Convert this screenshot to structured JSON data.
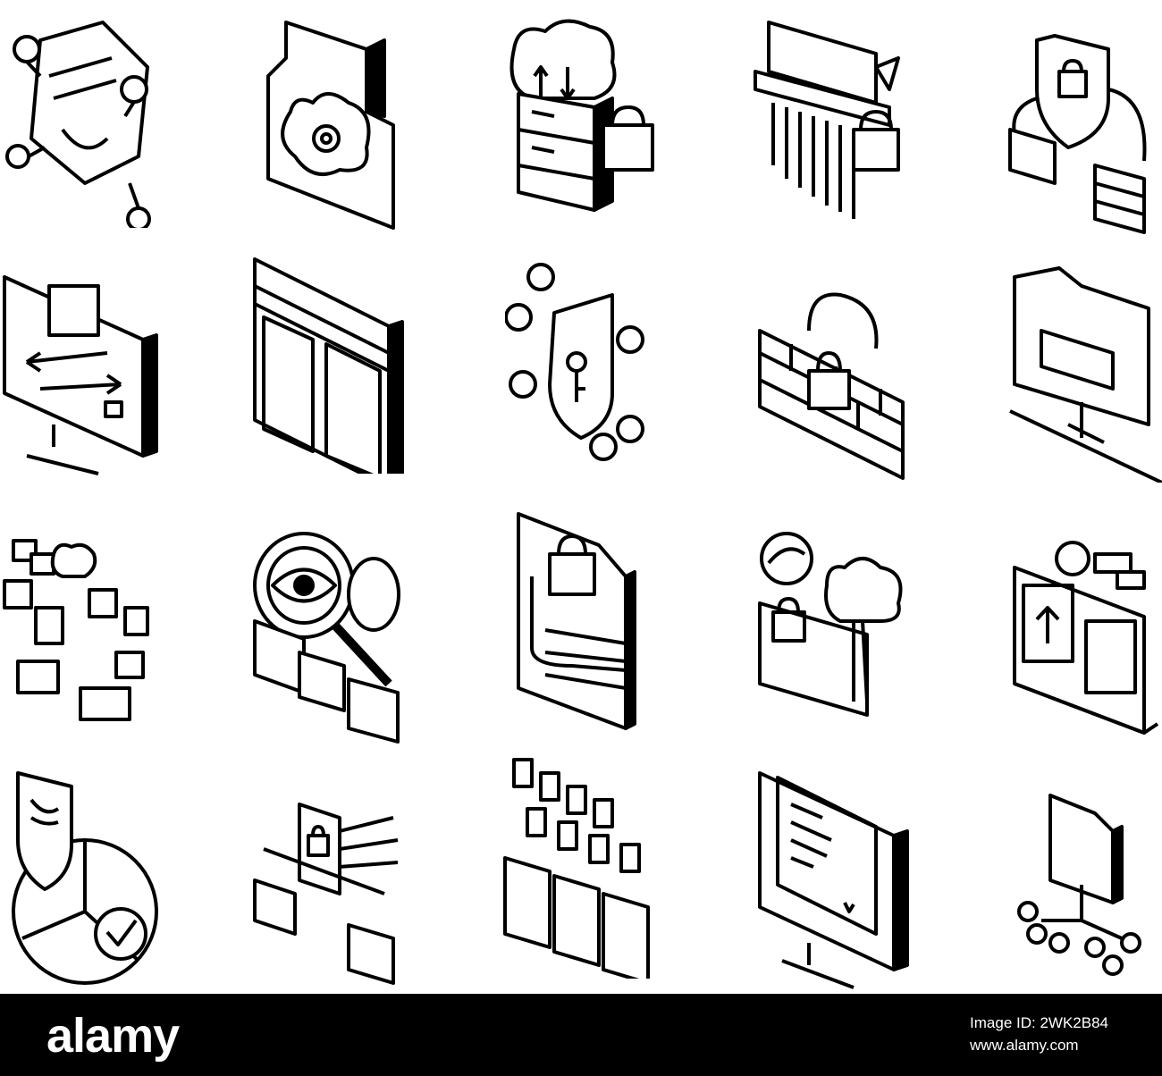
{
  "icons": [
    "gear-code-icon",
    "cloud-folder-settings-icon",
    "cloud-server-lock-icon",
    "shredder-lock-icon",
    "shield-lock-network-icon",
    "computer-transfer-lock-icon",
    "window-layout-icon",
    "shield-key-network-icon",
    "firewall-lock-icon",
    "folder-network-icon",
    "cloud-network-lock-icon",
    "search-eye-network-icon",
    "locked-document-icon",
    "cloud-folder-lock-icon",
    "laptop-upload-icon",
    "shield-check-chart-icon",
    "lock-network-arrows-icon",
    "server-rack-files-icon",
    "monitor-document-icon",
    "document-network-icon"
  ],
  "banner": {
    "logo": "alamy",
    "id_lines": [
      "Image ID: 2WK2B84",
      "www.alamy.com"
    ]
  }
}
